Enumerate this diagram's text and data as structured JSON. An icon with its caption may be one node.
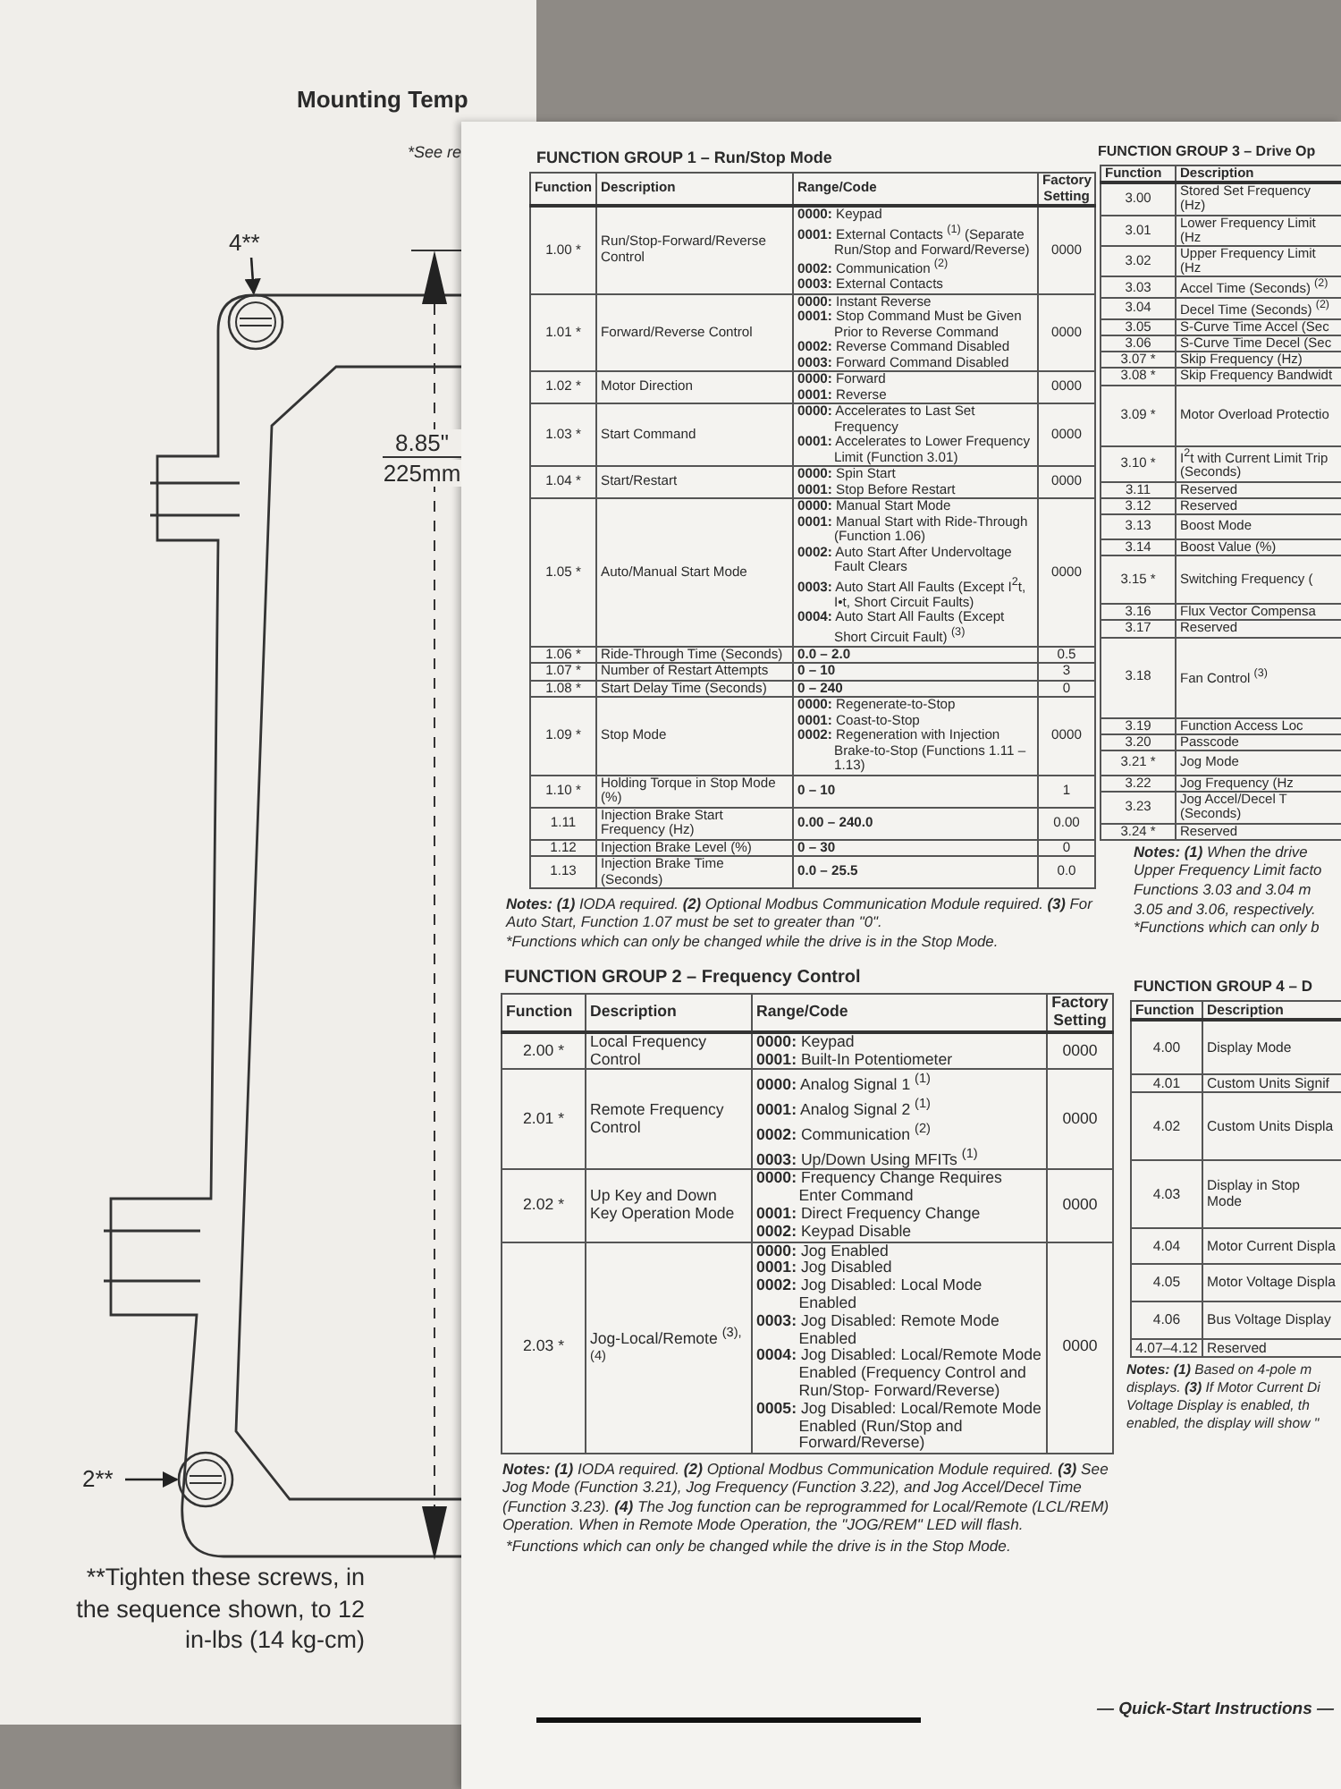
{
  "diagram": {
    "nodes": [
      {
        "text": [
          "4**"
        ]
      },
      {
        "text": [],
        "shape": "circle"
      },
      {
        "text": [
          "2**"
        ]
      },
      {
        "text": [],
        "shape": "circle"
      }
    ],
    "edges": [
      {
        "from": 0,
        "to": 1,
        "arrow": "to"
      },
      {
        "from": 2,
        "to": 3,
        "arrow": "to"
      }
    ],
    "labels": [
      "Mounting Temp",
      "*See re",
      "8.85\"",
      "225mm",
      "**Tighten these screws, in the sequence shown, to 12 in-lbs (14 kg-cm)",
      "FUNCTION GROUP 1 – Run/Stop Mode",
      "Function",
      "Description",
      "Range/Code",
      "Factory Setting",
      "1.00 *",
      "Run/Stop-Forward/Reverse Control",
      "**0000:** Keypad",
      "**0001:** External Contacts $^{(1)}$ (Separate Run/Stop and Forward/Reverse)",
      "**0002:** Communication $^{(2)}$",
      "**0003:** External Contacts",
      "0000",
      "1.01 *",
      "Forward/Reverse Control",
      "**0000:** Instant Reverse",
      "**0001:** Stop Command Must be Given Prior to Reverse Command",
      "**0002:** Reverse Command Disabled",
      "**0003:** Forward Command Disabled",
      "0000",
      "1.02 *",
      "Motor Direction",
      "**0000:** Forward",
      "**0001:** Reverse",
      "0000",
      "1.03 *",
      "Start Command",
      "**0000:** Accelerates to Last Set Frequency",
      "**0001:** Accelerates to Lower Frequency Limit (Function 3.01)",
      "0000",
      "1.04 *",
      "Start/Restart",
      "**0000:** Spin Start",
      "**0001:** Stop Before Restart",
      "0000",
      "1.05 *",
      "Auto/Manual Start Mode",
      "**0000:** Manual Start Mode",
      "**0001:** Manual Start with Ride-Through (Function 1.06)",
      "**0002:** Auto Start After Undervoltage Fault Clears",
      "**0003:** Auto Start All Faults (Except I$^{2}$t, I•t, Short Circuit Faults)",
      "**0004:** Auto Start All Faults (Except Short Circuit Fault) $^{(3)}$",
      "0000",
      "1.06 *",
      "Ride-Through Time (Seconds)",
      "0.0 – 2.0",
      "0.5",
      "1.07 *",
      "Number of Restart Attempts",
      "0 – 10",
      "3",
      "1.08 *",
      "Start Delay Time (Seconds)",
      "0 – 240",
      "0",
      "1.09 *",
      "Stop Mode",
      "**0000:** Regenerate-to-Stop",
      "**0001:** Coast-to-Stop",
      "**0002:** Regeneration with Injection Brake-to-Stop (Functions 1.11 – 1.13)",
      "0000",
      "1.10 *",
      "Holding Torque in Stop Mode (%)",
      "0 – 10",
      "1",
      "1.11",
      "Injection Brake Start Frequency (Hz)",
      "0.00 – 240.0",
      "0.00",
      "1.12",
      "Injection Brake Level (%)",
      "0 – 30",
      "0",
      "1.13",
      "Injection Brake Time (Seconds)",
      "0.0 – 25.5",
      "0.0",
      "**Notes: (1)** IODA required. **(2)** Optional Modbus Communication Module required. **(3)** For Auto Start, Function 1.07 must be set to greater than \"0\".",
      "*Functions which can only be changed while the drive is in the Stop Mode.",
      "FUNCTION GROUP 2 – Frequency Control",
      "Function",
      "Description",
      "Range/Code",
      "Factory Setting",
      "2.00 *",
      "Local Frequency Control",
      "**0000:** Keypad",
      "**0001:** Built-In Potentiometer",
      "0000",
      "2.01 *",
      "Remote Frequency Control",
      "**0000:** Analog Signal 1 $^{(1)}$",
      "**0001:** Analog Signal 2 $^{(1)}$",
      "**0002:** Communication $^{(2)}$",
      "**0003:** Up/Down Using MFITs $^{(1)}$",
      "0000",
      "2.02 *",
      "Up Key and Down Key Operation Mode",
      "**0000:** Frequency Change Requires Enter Command",
      "**0001:** Direct Frequency Change",
      "**0002:** Keypad Disable",
      "0000",
      "2.03 *",
      "Jog-Local/Remote $^{(3), (4)}$",
      "**0000:** Jog Enabled",
      "**0001:** Jog Disabled",
      "**0002:** Jog Disabled: Local Mode Enabled",
      "**0003:** Jog Disabled: Remote Mode Enabled",
      "**0004:** Jog Disabled: Local/Remote Mode Enabled (Frequency Control and Run/Stop- Forward/Reverse)",
      "**0005:** Jog Disabled: Local/Remote Mode Enabled (Run/Stop and Forward/Reverse)",
      "0000",
      "**Notes: (1)** IODA required. **(2)** Optional Modbus Communication Module required. **(3)** See Jog Mode (Function 3.21), Jog Frequency (Function 3.22), and Jog Accel/Decel Time (Function 3.23). **(4)** The Jog function can be reprogrammed for Local/Remote (LCL/REM) Operation. When in Remote Mode Operation, the \"JOG/REM\" LED will flash.",
      "*Functions which can only be changed while the drive is in the Stop Mode.",
      "FUNCTION GROUP 3 – Drive Op",
      "Function",
      "Description",
      "3.00",
      "Stored Set Frequency (Hz)",
      "3.01",
      "Lower Frequency Limit (Hz",
      "3.02",
      "Upper Frequency Limit (Hz",
      "3.03",
      "Accel Time (Seconds) $^{(2)}$",
      "3.04",
      "Decel Time (Seconds) $^{(2)}$",
      "3.05",
      "S-Curve Time Accel (Sec",
      "3.06",
      "S-Curve Time Decel (Sec",
      "3.07 *",
      "Skip Frequency (Hz)",
      "3.08 *",
      "Skip Frequency Bandwidt",
      "3.09 *",
      "Motor Overload Protectio",
      "3.10 *",
      "I$^{2}$t with Current Limit Trip (Seconds)",
      "3.11",
      "Reserved",
      "3.12",
      "Reserved",
      "3.13",
      "Boost Mode",
      "3.14",
      "Boost Value (%)",
      "3.15 *",
      "Switching Frequency (",
      "3.16",
      "Flux Vector Compensa",
      "3.17",
      "Reserved",
      "3.18",
      "Fan Control $^{(3)}$",
      "3.19",
      "Function Access Loc",
      "3.20",
      "Passcode",
      "3.21 *",
      "Jog Mode",
      "3.22",
      "Jog Frequency (Hz",
      "3.23",
      "Jog Accel/Decel T (Seconds)",
      "3.24 *",
      "Reserved",
      "**Notes: (1)** When the drive",
      "Upper Frequency Limit facto",
      "Functions 3.03 and 3.04 m",
      "3.05 and 3.06, respectively.",
      "*Functions which can only b",
      "FUNCTION GROUP 4 – D",
      "Function",
      "Description",
      "4.00",
      "Display Mode",
      "4.01",
      "Custom Units Signif",
      "4.02",
      "Custom Units Displa",
      "4.03",
      "Display in Stop Mode",
      "4.04",
      "Motor Current Displa",
      "4.05",
      "Motor Voltage Displa",
      "4.06",
      "Bus Voltage Display",
      "4.07–4.12",
      "Reserved",
      "**Notes: (1)** Based on 4-pole m",
      "displays. **(3)** If Motor Current Di",
      "Voltage Display is enabled, th",
      "enabled, the display will show \"",
      "— Quick-Start Instructions —"
    ]
  }
}
